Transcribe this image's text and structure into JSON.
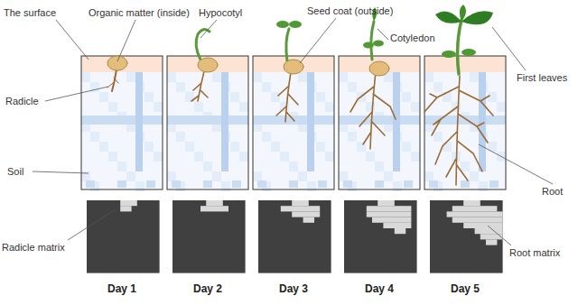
{
  "diagram": {
    "labels": [
      "The surface",
      "Organic matter (inside)",
      "Hypocotyl",
      "Seed coat (outside)",
      "Cotyledon",
      "Radicle",
      "First leaves",
      "Soil",
      "Root",
      "Radicle matrix",
      "Root matrix",
      "Day 1",
      "Day 2",
      "Day 3",
      "Day 4",
      "Day 5"
    ]
  }
}
